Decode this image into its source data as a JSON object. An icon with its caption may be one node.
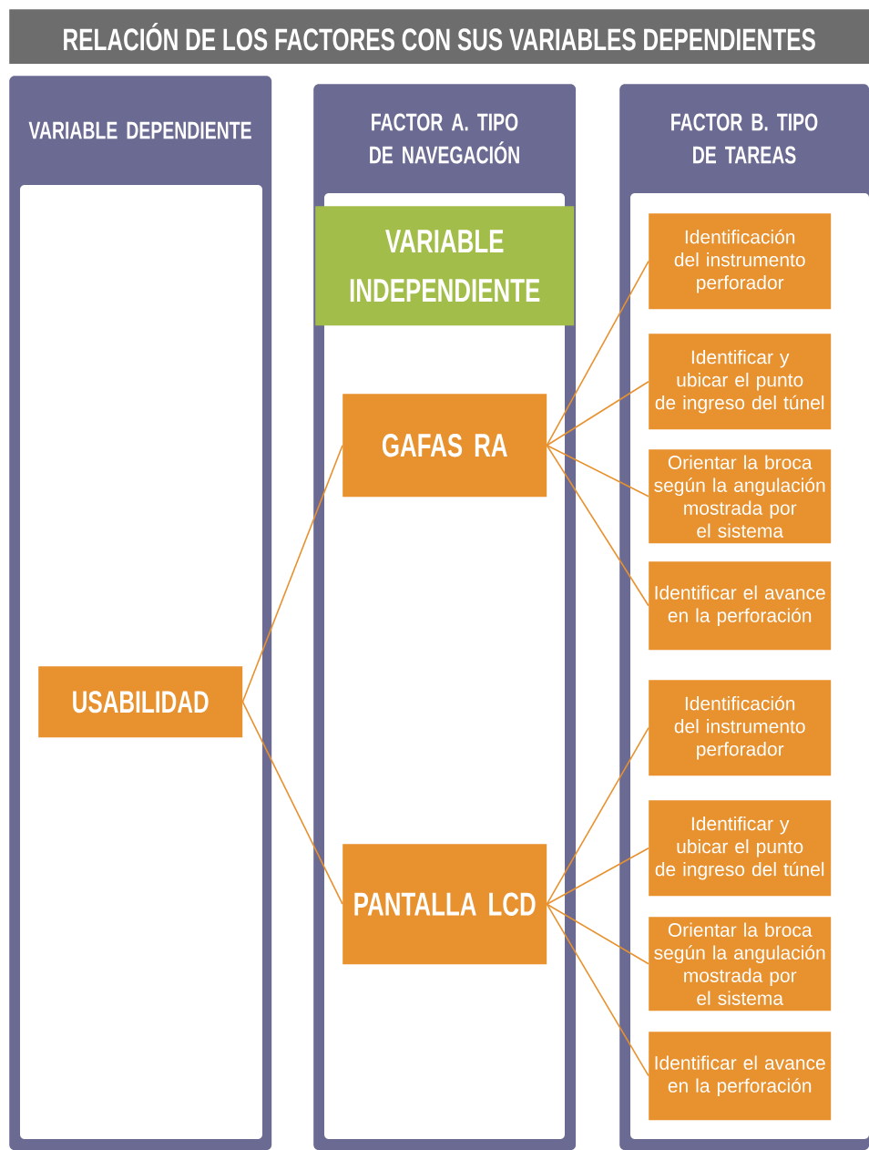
{
  "diagram": {
    "title": "RELACIÓN DE LOS FACTORES CON SUS VARIABLES DEPENDIENTES",
    "nodes": [
      {
        "text": [
          "VARIABLE DEPENDIENTE"
        ]
      },
      {
        "text": [
          "FACTOR A. TIPO DE NAVEGACIÓN"
        ]
      },
      {
        "text": [
          "FACTOR B. TIPO DE TAREAS"
        ]
      },
      {
        "text": [
          "USABILIDAD"
        ],
        "in": 0
      },
      {
        "text": [
          "VARIABLE INDEPENDIENTE"
        ],
        "in": 1
      },
      {
        "text": [
          "GAFAS RA"
        ],
        "in": 1
      },
      {
        "text": [
          "PANTALLA LCD"
        ],
        "in": 1
      },
      {
        "text": [
          "Identificación del instrumento perforador"
        ],
        "in": 2
      },
      {
        "text": [
          "Identificar y ubicar el punto de ingreso del túnel"
        ],
        "in": 2
      },
      {
        "text": [
          "Orientar la broca según la angulación mostrada por el sistema"
        ],
        "in": 2
      },
      {
        "text": [
          "Identificar el avance en la perforación"
        ],
        "in": 2
      },
      {
        "text": [
          "Identificación del instrumento perforador"
        ],
        "in": 2
      },
      {
        "text": [
          "Identificar y ubicar el punto de ingreso del túnel"
        ],
        "in": 2
      },
      {
        "text": [
          "Orientar la broca según la angulación mostrada por el sistema"
        ],
        "in": 2
      },
      {
        "text": [
          "Identificar el avance en la perforación"
        ],
        "in": 2
      }
    ],
    "edges": [
      {
        "from": 3,
        "to": 5,
        "arrow": "none"
      },
      {
        "from": 3,
        "to": 6,
        "arrow": "none"
      },
      {
        "from": 5,
        "to": 7,
        "arrow": "none"
      },
      {
        "from": 5,
        "to": 8,
        "arrow": "none"
      },
      {
        "from": 5,
        "to": 9,
        "arrow": "none"
      },
      {
        "from": 5,
        "to": 10,
        "arrow": "none"
      },
      {
        "from": 6,
        "to": 11,
        "arrow": "none"
      },
      {
        "from": 6,
        "to": 12,
        "arrow": "none"
      },
      {
        "from": 6,
        "to": 13,
        "arrow": "none"
      },
      {
        "from": 6,
        "to": 14,
        "arrow": "none"
      }
    ]
  }
}
